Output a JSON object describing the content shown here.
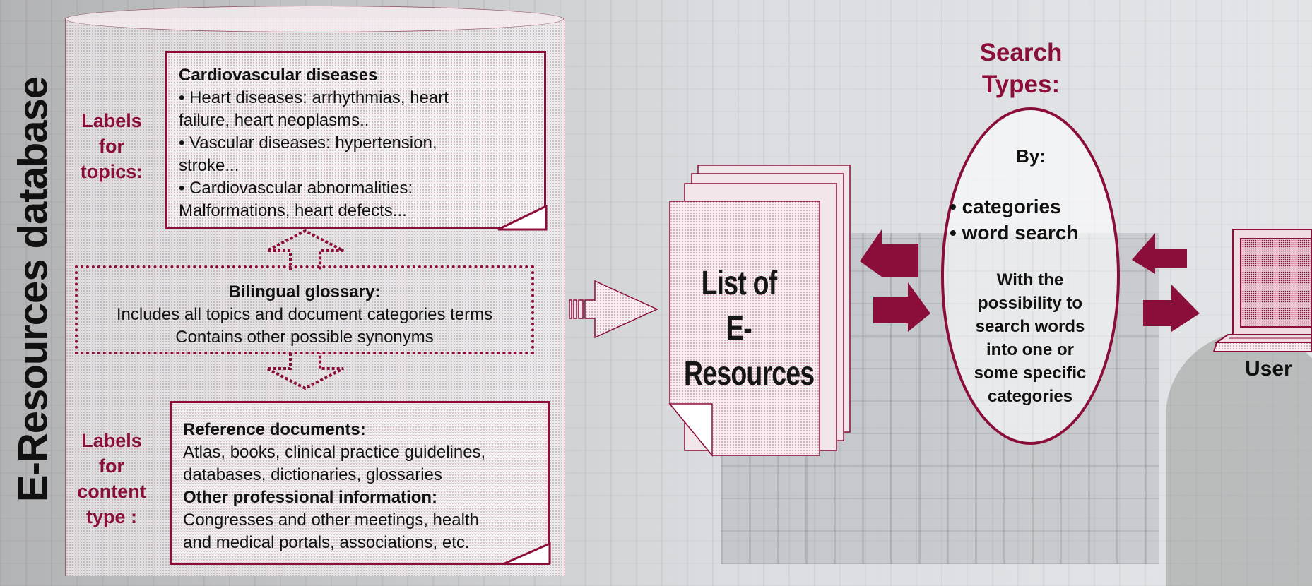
{
  "diagram": {
    "database_title": "E-Resources database",
    "labels": {
      "topics": [
        "Labels",
        "for",
        "topics:"
      ],
      "content_type": [
        "Labels",
        "for",
        "content",
        "type :"
      ]
    },
    "topics_box": {
      "heading": "Cardiovascular diseases",
      "lines": [
        "• Heart diseases: arrhythmias, heart",
        "failure,  heart neoplasms..",
        "• Vascular diseases: hypertension,",
        "stroke...",
        "• Cardiovascular abnormalities:",
        "Malformations, heart defects..."
      ]
    },
    "glossary_box": {
      "heading": "Bilingual glossary:",
      "lines": [
        "Includes all topics and document categories terms",
        "Contains other possible synonyms"
      ]
    },
    "content_box": {
      "heading1": "Reference documents:",
      "lines1": [
        "Atlas, books, clinical practice guidelines,",
        "databases, dictionaries, glossaries"
      ],
      "heading2": "Other professional information:",
      "lines2": [
        "Congresses and other meetings, health",
        "and medical portals, associations, etc."
      ]
    },
    "list_label": [
      "List of",
      "E-Resources"
    ],
    "search": {
      "title": [
        "Search",
        "Types:"
      ],
      "by": "By:",
      "options": [
        "• categories",
        "• word search"
      ],
      "note": [
        "With the",
        "possibility to",
        "search words",
        "into one or",
        "some specific",
        "categories"
      ]
    },
    "user_label": "User"
  },
  "colors": {
    "accent": "#8b0d3a",
    "text": "#111111"
  }
}
